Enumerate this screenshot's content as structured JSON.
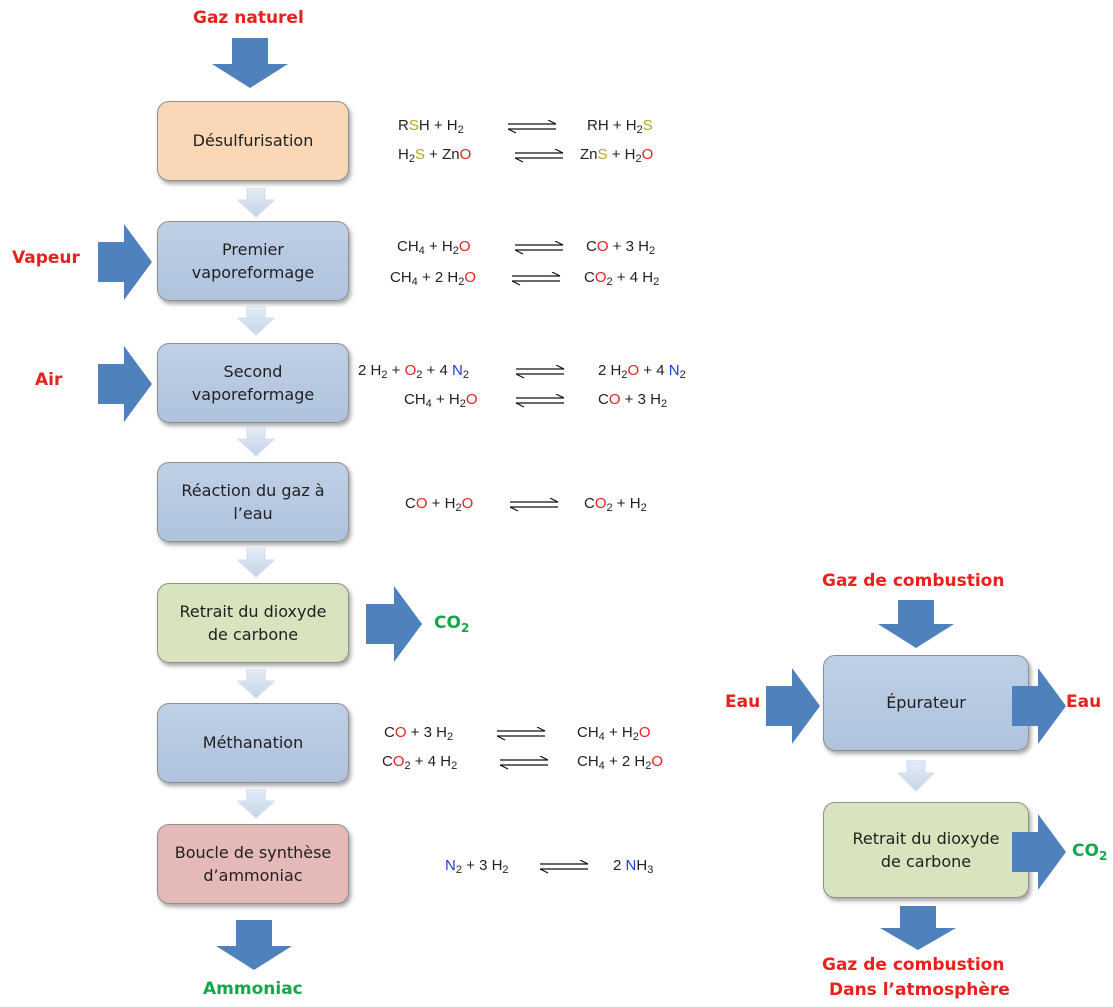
{
  "inputs": {
    "gaz_naturel": "Gaz naturel",
    "vapeur": "Vapeur",
    "air": "Air",
    "co2_out": "CO",
    "co2_sub": "2",
    "ammoniac": "Ammoniac"
  },
  "boxes": {
    "desulfurisation": "Désulfurisation",
    "premier_1": "Premier",
    "premier_2": "vaporeformage",
    "second_1": "Second",
    "second_2": "vaporeformage",
    "reaction_1": "Réaction du gaz à",
    "reaction_2": "l’eau",
    "retrait_1": "Retrait du dioxyde",
    "retrait_2": "de carbone",
    "methanation": "Méthanation",
    "boucle_1": "Boucle de synthèse",
    "boucle_2": "d’ammoniac"
  },
  "scrubber": {
    "gaz_combustion": "Gaz de combustion",
    "eau_in": "Eau",
    "eau_out": "Eau",
    "epurateur": "Épurateur",
    "retrait_1": "Retrait du dioxyde",
    "retrait_2": "de carbone",
    "co2": "CO",
    "co2_sub": "2",
    "out_1": "Gaz de combustion",
    "out_2": "Dans l’atmosphère"
  },
  "colors": {
    "arrow_blue": "#4f81bd",
    "label_red": "#e8211d",
    "label_green": "#12a84a",
    "box_blue": "#b9cce4",
    "box_orange": "#fad7b7",
    "box_green": "#d7e4bd",
    "box_pink": "#e5b9b8"
  }
}
